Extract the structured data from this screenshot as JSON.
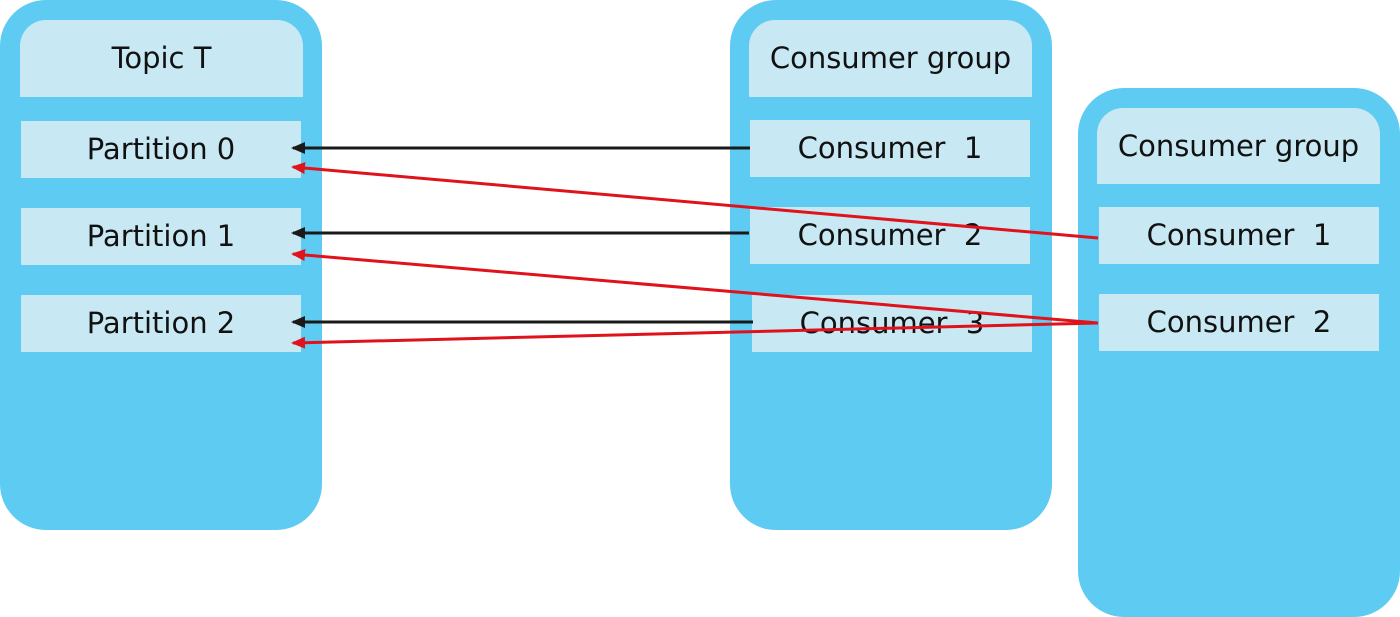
{
  "topic": {
    "title": "Topic T",
    "partitions": [
      "Partition 0",
      "Partition 1",
      "Partition 2"
    ]
  },
  "group_a": {
    "title": "Consumer group",
    "consumers": [
      "Consumer  1",
      "Consumer  2",
      "Consumer  3"
    ]
  },
  "group_b": {
    "title": "Consumer group",
    "consumers": [
      "Consumer  1",
      "Consumer  2"
    ]
  },
  "colors": {
    "container": "#5ecbf2",
    "cell": "#c8e8f3",
    "group_a_arrow": "#1a1a1a",
    "group_b_arrow": "#e0121c"
  }
}
